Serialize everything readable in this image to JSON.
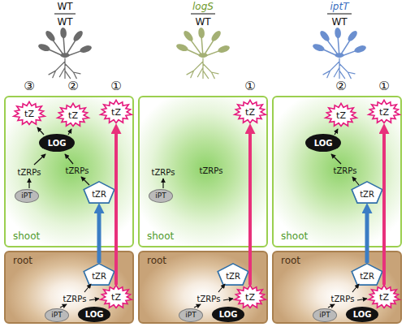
{
  "diagram": {
    "nodes": [
      {
        "text": [
          "shoot"
        ]
      },
      {
        "text": [
          "tZ"
        ],
        "in": 0
      },
      {
        "text": [
          "tZ"
        ],
        "in": 0
      },
      {
        "text": [
          "tZ"
        ],
        "in": 0
      },
      {
        "text": [
          "LOG"
        ],
        "in": 0
      },
      {
        "text": [
          "iPT"
        ],
        "in": 0
      },
      {
        "text": [
          "tZR"
        ],
        "in": 0
      },
      {
        "text": [
          "root"
        ]
      },
      {
        "text": [
          "tZR"
        ],
        "in": 7
      },
      {
        "text": [
          "tZ"
        ],
        "in": 7
      },
      {
        "text": [
          "iPT"
        ],
        "in": 7
      },
      {
        "text": [
          "LOG"
        ],
        "in": 7
      },
      {
        "text": [
          "shoot"
        ]
      },
      {
        "text": [
          "tZ"
        ],
        "in": 12
      },
      {
        "text": [
          "iPT"
        ],
        "in": 12
      },
      {
        "text": [
          "root"
        ]
      },
      {
        "text": [
          "tZR"
        ],
        "in": 15
      },
      {
        "text": [
          "tZ"
        ],
        "in": 15
      },
      {
        "text": [
          "iPT"
        ],
        "in": 15
      },
      {
        "text": [
          "LOG"
        ],
        "in": 15
      },
      {
        "text": [
          "shoot"
        ]
      },
      {
        "text": [
          "tZ"
        ],
        "in": 20
      },
      {
        "text": [
          "tZ"
        ],
        "in": 20
      },
      {
        "text": [
          "LOG"
        ],
        "in": 20
      },
      {
        "text": [
          "tZR"
        ],
        "in": 20
      },
      {
        "text": [
          "root"
        ]
      },
      {
        "text": [
          "tZR"
        ],
        "in": 25
      },
      {
        "text": [
          "tZ"
        ],
        "in": 25
      },
      {
        "text": [
          "iPT"
        ],
        "in": 25
      },
      {
        "text": [
          "LOG"
        ],
        "in": 25
      }
    ],
    "edges": [
      {
        "from": 9,
        "to": 3,
        "arrow": "to"
      },
      {
        "from": 8,
        "to": 6,
        "arrow": "to"
      },
      {
        "from": 17,
        "to": 13,
        "arrow": "to"
      },
      {
        "from": 27,
        "to": 22,
        "arrow": "to"
      },
      {
        "from": 26,
        "to": 24,
        "arrow": "to"
      }
    ],
    "labels": [
      "WT",
      "WT",
      "logS",
      "WT",
      "iptT",
      "WT",
      "③",
      "②",
      "①",
      "①",
      "②",
      "①",
      "tZRPs",
      "tZRPs",
      "tZRPs",
      "tZRPs",
      "tZRPs",
      "tZRPs",
      "tZRPs",
      "tZRPs"
    ]
  }
}
